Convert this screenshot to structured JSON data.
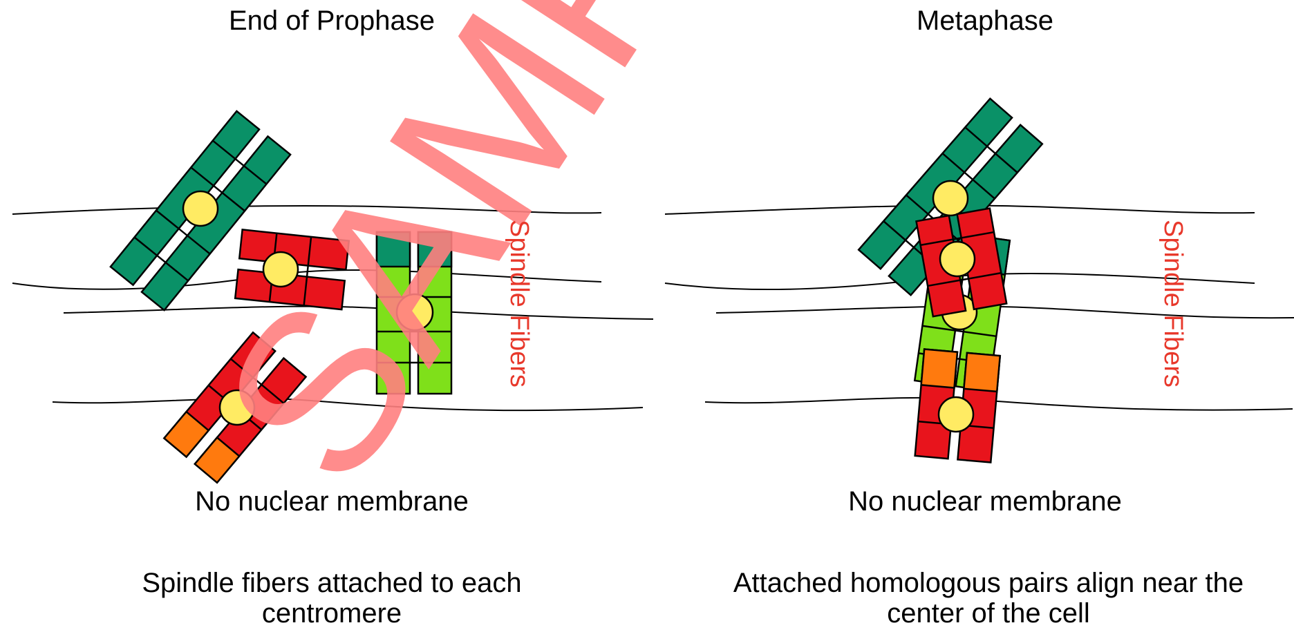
{
  "left_panel": {
    "title": "End of Prophase",
    "membrane_note": "No nuclear membrane",
    "description": "Spindle fibers attached to each centromere",
    "spindle_label": "Spindle Fibers"
  },
  "right_panel": {
    "title": "Metaphase",
    "membrane_note": "No nuclear membrane",
    "description": "Attached homologous pairs align near the center of the cell",
    "spindle_label": "Spindle Fibers"
  },
  "watermark": {
    "text": "SAMPLE",
    "color": "#ff7f7f"
  },
  "colors": {
    "dark_green": "#0a9167",
    "red": "#e8141c",
    "light_green": "#7fe01a",
    "orange": "#ff7a0e",
    "centromere": "#ffeb63",
    "label_red": "#e8382b"
  }
}
